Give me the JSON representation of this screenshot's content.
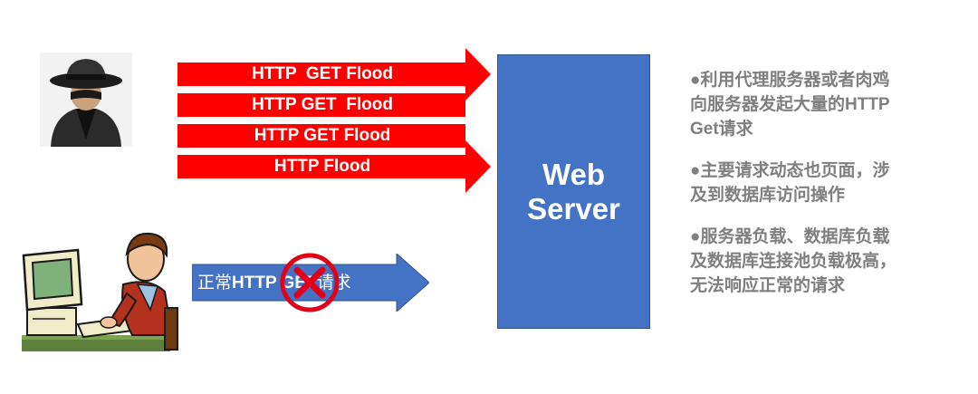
{
  "attack_arrows": [
    {
      "label": "HTTP  GET Flood"
    },
    {
      "label": "HTTP GET  Flood"
    },
    {
      "label": "HTTP GET Flood"
    },
    {
      "label": "HTTP Flood"
    }
  ],
  "server": {
    "label": "Web\nServer"
  },
  "normal_request": {
    "prefix": "正常",
    "protocol": "HTTP GET",
    "suffix": "请求"
  },
  "bullets": [
    "●利用代理服务器或者肉鸡\n向服务器发起大量的HTTP\nGet请求",
    "●主要请求动态也页面，涉\n及到数据库访问操作",
    "●服务器负载、数据库负载\n及数据库连接池负载极高，\n无法响应正常的请求"
  ],
  "icons": {
    "attacker": "hacker-figure-icon",
    "user": "user-at-computer-icon",
    "block": "block-sign-icon"
  },
  "colors": {
    "attack_arrow": "#ff0000",
    "server_box": "#4472c4",
    "normal_arrow": "#4472c4",
    "block_sign": "#e0001a",
    "bullet_text": "#7f7f7f"
  }
}
